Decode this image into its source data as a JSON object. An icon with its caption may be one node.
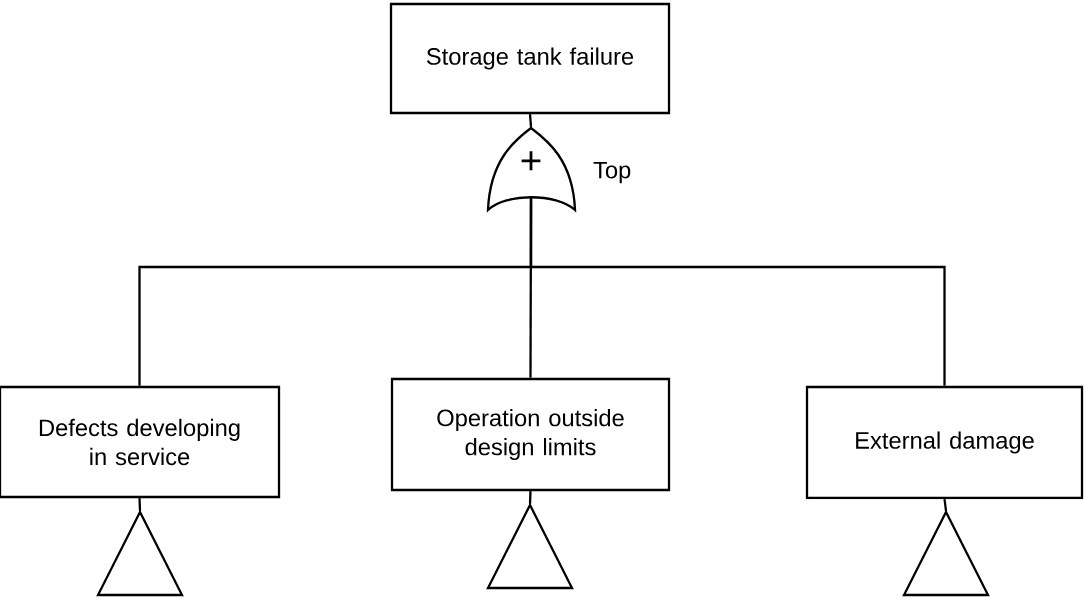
{
  "diagram": {
    "nodes": [
      {
        "text": [
          "Storage tank failure"
        ]
      },
      {
        "text": [
          "+"
        ],
        "beside": [
          "Top"
        ]
      },
      {
        "text": [
          "Defects developing in service"
        ]
      },
      {
        "text": [
          "Operation outside design limits"
        ]
      },
      {
        "text": [
          "External damage"
        ]
      },
      {
        "text": [],
        "shape": "triangle"
      },
      {
        "text": [],
        "shape": "triangle"
      },
      {
        "text": [],
        "shape": "triangle"
      }
    ],
    "edges": [
      {
        "from": 1,
        "to": 0,
        "arrow": "none"
      },
      {
        "from": 1,
        "to": 2,
        "arrow": "none"
      },
      {
        "from": 1,
        "to": 3,
        "arrow": "none"
      },
      {
        "from": 1,
        "to": 4,
        "arrow": "none"
      },
      {
        "from": 2,
        "to": 5,
        "arrow": "none"
      },
      {
        "from": 3,
        "to": 6,
        "arrow": "none"
      },
      {
        "from": 4,
        "to": 7,
        "arrow": "none"
      }
    ]
  }
}
